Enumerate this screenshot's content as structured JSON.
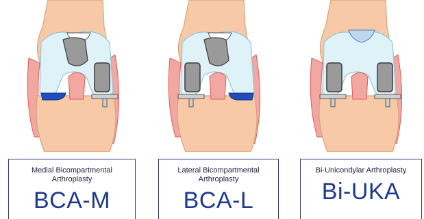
{
  "panels": [
    {
      "title": "Medial Bicompartmental Arthroplasty",
      "code": "BCA-M",
      "variant": "medial"
    },
    {
      "title": "Lateral Bicompartmental Arthroplasty",
      "code": "BCA-L",
      "variant": "lateral"
    },
    {
      "title": "Bi-Unicondylar Arthroplasty",
      "code": "Bi-UKA",
      "variant": "bi-uni"
    }
  ],
  "colors": {
    "skin": "#f7c9a6",
    "skin_outline": "#d9a27c",
    "cartilage": "#dff2f8",
    "cartilage_outline": "#8fc6d8",
    "implant_metal": "#9a9a9a",
    "implant_dark": "#3a3a3a",
    "ligament": "#e05a5a",
    "blue_pad": "#1f4fbf",
    "box_border": "#2f3a78",
    "code_text": "#1e3a8a"
  }
}
